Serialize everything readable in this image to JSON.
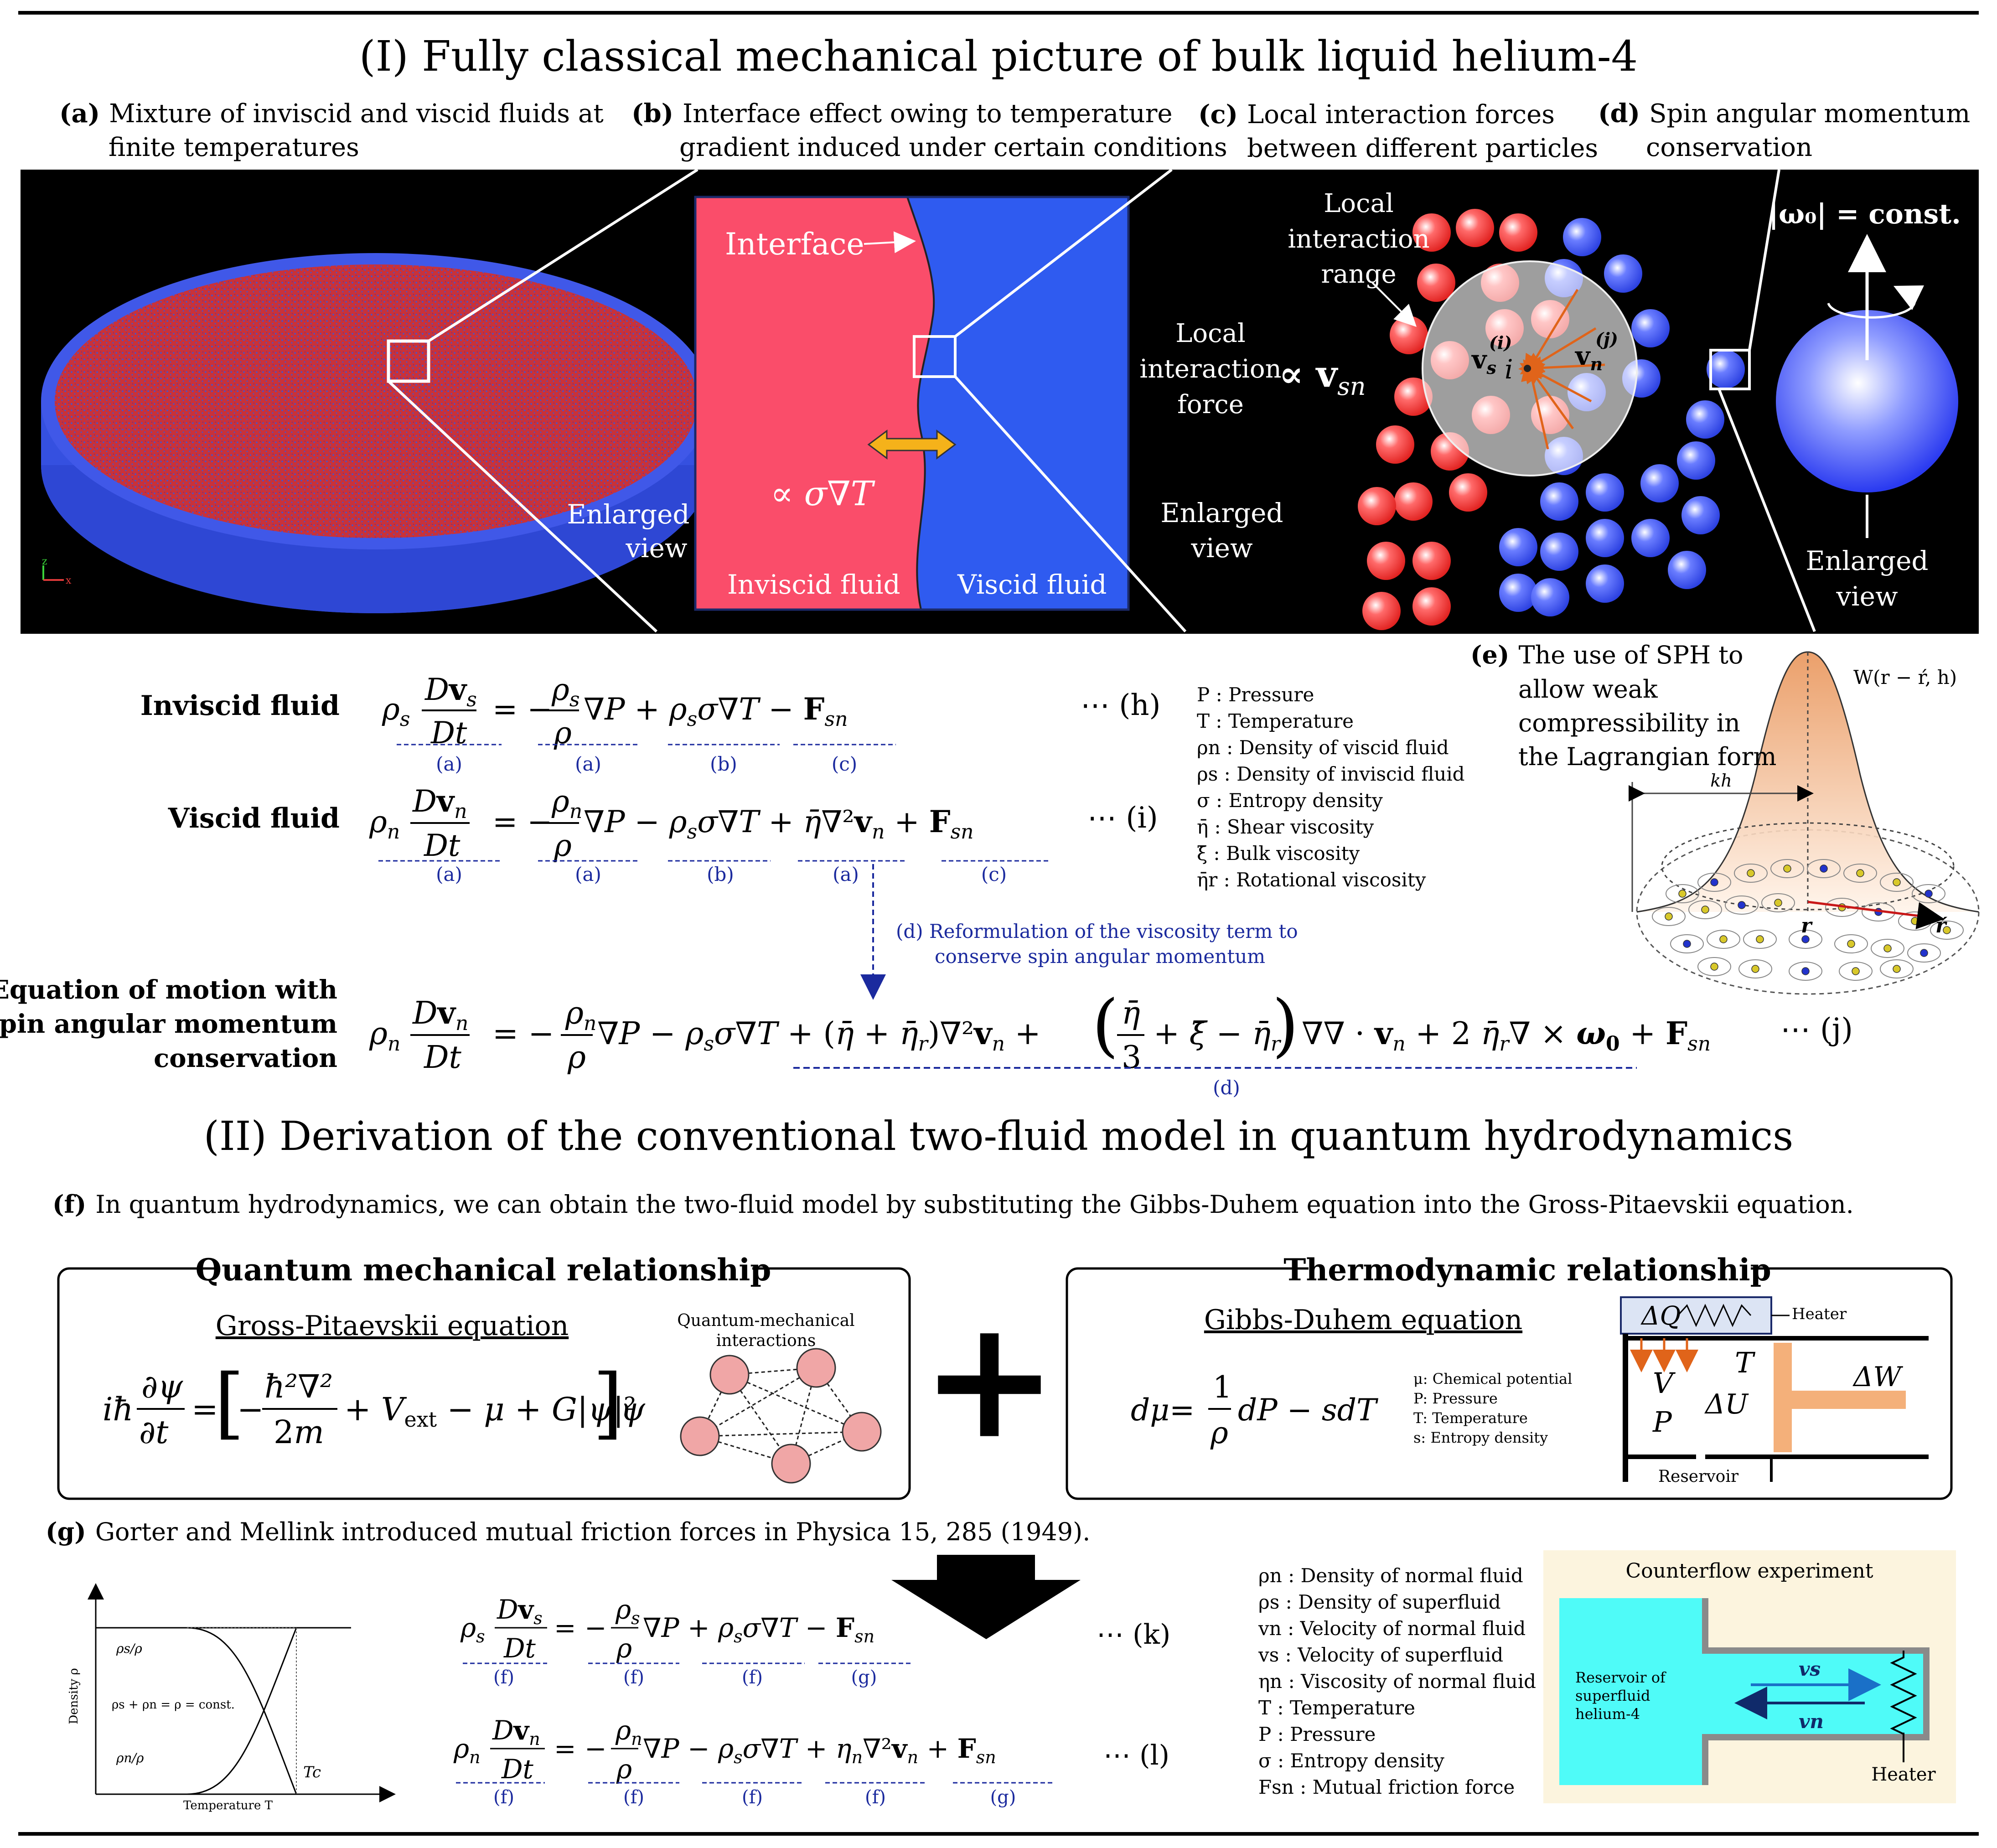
{
  "section1": {
    "title": "(I) Fully classical mechanical picture of bulk liquid helium-4",
    "panel_a": {
      "tag": "(a)",
      "line1": "Mixture of inviscid and viscid fluids at",
      "line2": "finite temperatures",
      "axis_x": "x",
      "axis_z": "z"
    },
    "panel_b": {
      "tag": "(b)",
      "line1": "Interface effect owing to temperature",
      "line2": "gradient induced under certain conditions",
      "interface_label": "Interface",
      "force_label": "∝ σ∇T",
      "left_fluid": "Inviscid fluid",
      "right_fluid": "Viscid fluid",
      "enlarged1": "Enlarged",
      "enlarged2": "view"
    },
    "panel_c": {
      "tag": "(c)",
      "line1": "Local interaction forces",
      "line2": "between different particles",
      "range1": "Local",
      "range2": "interaction",
      "range3": "range",
      "force1": "Local",
      "force2": "interaction",
      "force3": "force",
      "prop": "∝ v",
      "prop_sub": "sn",
      "vs_label": "v",
      "vs_sub": "s",
      "vs_sup": "(i)",
      "vn_label": "v",
      "vn_sub": "n",
      "vn_sup": "(j)",
      "i_label": "i",
      "enlarged1": "Enlarged",
      "enlarged2": "view"
    },
    "panel_d": {
      "tag": "(d)",
      "line1": "Spin angular momentum",
      "line2": "conservation",
      "omega_label": "|ω₀| = const.",
      "enlarged1": "Enlarged",
      "enlarged2": "view"
    },
    "panel_e": {
      "tag": "(e)",
      "line1": "The use of SPH to",
      "line2": "allow weak",
      "line3": "compressibility in",
      "line4": "the Lagrangian form",
      "kernel": "W(r − ŕ, h)",
      "kh": "kh",
      "r": "r",
      "rp": "ŕ"
    }
  },
  "equations": {
    "inviscid_label": "Inviscid fluid",
    "viscid_label": "Viscid fluid",
    "eom_label1": "Equation of motion with",
    "eom_label2": "spin angular momentum",
    "eom_label3": "conservation",
    "tag_h": "⋯ (h)",
    "tag_i": "⋯ (i)",
    "tag_j": "⋯ (j)",
    "reform1": "(d) Reformulation of the viscosity term to",
    "reform2": "conserve spin angular  momentum",
    "h_marks": [
      "(a)",
      "(a)",
      "(b)",
      "(c)"
    ],
    "i_marks": [
      "(a)",
      "(a)",
      "(b)",
      "(a)",
      "(c)"
    ],
    "j_mark": "(d)"
  },
  "symbols1": [
    "P : Pressure",
    "T : Temperature",
    "ρn : Density of viscid fluid",
    "ρs : Density of inviscid fluid",
    "σ : Entropy density",
    "η̄ : Shear viscosity",
    "ξ̄ : Bulk viscosity",
    "η̄r : Rotational viscosity"
  ],
  "section2": {
    "title": "(II) Derivation of the conventional two-fluid model in quantum hydrodynamics",
    "f_tag": "(f)",
    "f_text": "In quantum hydrodynamics, we can obtain the two-fluid model by substituting the Gibbs-Duhem equation into the Gross-Pitaevskii equation.",
    "qm_box_title": "Quantum mechanical relationship",
    "gp_title": "Gross-Pitaevskii equation",
    "qm_interactions": [
      "Quantum-mechanical",
      "interactions"
    ],
    "plus": "+",
    "td_box_title": "Thermodynamic relationship",
    "gd_title": "Gibbs-Duhem equation",
    "gd_defs": [
      "μ: Chemical potential",
      "P: Pressure",
      "T: Temperature",
      "s: Entropy density"
    ],
    "heater": "Heater",
    "dQ": "ΔQ",
    "dW": "ΔW",
    "dU": "ΔU",
    "V": "V",
    "P": "P",
    "T": "T",
    "reservoir": "Reservoir",
    "g_tag": "(g)",
    "g_text": "Gorter and Mellink introduced mutual friction forces in Physica 15, 285 (1949).",
    "tag_k": "⋯ (k)",
    "tag_l": "⋯ (l)",
    "k_marks": [
      "(f)",
      "(f)",
      "(f)",
      "(g)"
    ],
    "l_marks": [
      "(f)",
      "(f)",
      "(f)",
      "(f)",
      "(g)"
    ]
  },
  "density_plot": {
    "ylabel": "Density ρ",
    "xlabel": "Temperature T",
    "label_top": "ρs/ρ",
    "label_mid": "ρs + ρn = ρ  = const.",
    "label_bottom": "ρn/ρ",
    "tc": "Tc"
  },
  "symbols2": [
    "ρn : Density of normal fluid",
    "ρs : Density of superfluid",
    "vn : Velocity of normal fluid",
    "vs : Velocity of superfluid",
    "ηn : Viscosity of normal fluid",
    "T : Temperature",
    "P : Pressure",
    "σ : Entropy density",
    "Fsn : Mutual friction force"
  ],
  "counterflow": {
    "title": "Counterflow experiment",
    "reservoir": [
      "Reservoir of",
      "superfluid",
      "helium-4"
    ],
    "vs": "vs",
    "vn": "vn",
    "heater": "Heater"
  },
  "colors": {
    "red_particle": "#e0201e",
    "blue_particle": "#2a3fe0",
    "inviscid": "#fa4d6a",
    "viscid": "#2f5bf0",
    "mark_blue": "#1b2a9e",
    "arrow_orange": "#e0641a",
    "counterflow_bg": "#4ffbf8"
  }
}
